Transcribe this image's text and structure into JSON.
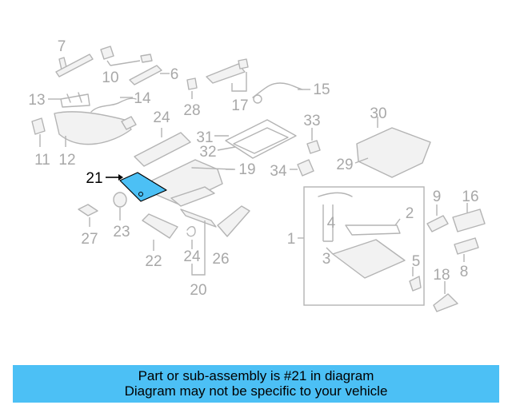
{
  "diagram": {
    "callouts": [
      "1",
      "2",
      "3",
      "4",
      "5",
      "6",
      "7",
      "8",
      "9",
      "10",
      "11",
      "12",
      "13",
      "14",
      "15",
      "16",
      "17",
      "18",
      "19",
      "20",
      "21",
      "22",
      "23",
      "24",
      "26",
      "27",
      "28",
      "29",
      "30",
      "31",
      "32",
      "33",
      "34"
    ],
    "highlighted_part": "21",
    "highlight_color": "#4cc0f5"
  },
  "banner": {
    "line1": "Part or sub-assembly is #21 in diagram",
    "line2": "Diagram may not be specific to your vehicle",
    "background": "#4cc0f5"
  }
}
